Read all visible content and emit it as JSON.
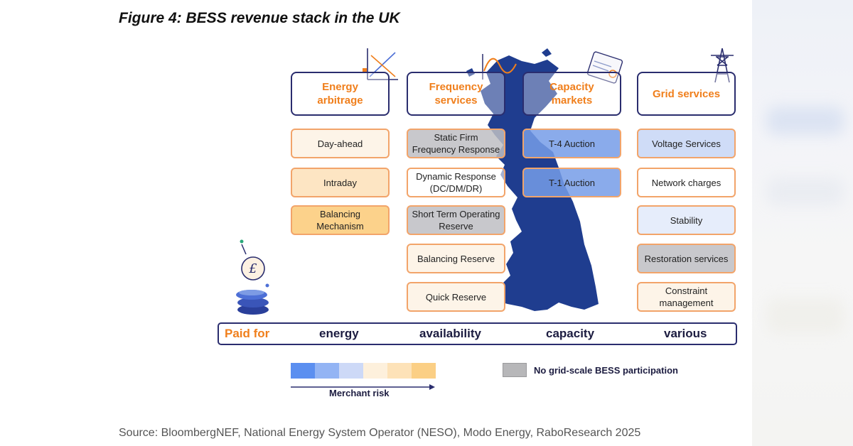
{
  "title": "Figure 4: BESS revenue stack in the UK",
  "source": "Source: BloombergNEF, National Energy System Operator (NESO), Modo Energy, RaboResearch 2025",
  "columns": [
    {
      "header": "Energy arbitrage",
      "items": [
        "Day-ahead",
        "Intraday",
        "Balancing Mechanism"
      ]
    },
    {
      "header": "Frequency services",
      "items": [
        "Static Firm Frequency Response",
        "Dynamic Response (DC/DM/DR)",
        "Short Term Operating Reserve",
        "Balancing Reserve",
        "Quick Reserve"
      ]
    },
    {
      "header": "Capacity markets",
      "items": [
        "T-4 Auction",
        "T-1 Auction"
      ]
    },
    {
      "header": "Grid services",
      "items": [
        "Voltage Services",
        "Network charges",
        "Stability",
        "Restoration services",
        "Constraint management"
      ]
    }
  ],
  "paid_for": {
    "label": "Paid for",
    "values": [
      "energy",
      "availability",
      "capacity",
      "various"
    ]
  },
  "legend": {
    "merchant_risk": "Merchant risk",
    "no_participation": "No grid-scale BESS participation",
    "risk_scale_colors": [
      "#5b8ff0",
      "#93b4f4",
      "#cdd9f7",
      "#fdf0dc",
      "#fde2b8",
      "#fbcf85"
    ],
    "no_participation_color": "#b7b7b9"
  },
  "colors": {
    "accent_orange": "#f07f1c",
    "navy": "#2a2d6e",
    "map_blue": "#1f3d8f"
  },
  "icons": [
    "chart-icon",
    "sine-wave-icon",
    "certificate-icon",
    "pylon-icon",
    "pound-coin-icon"
  ]
}
